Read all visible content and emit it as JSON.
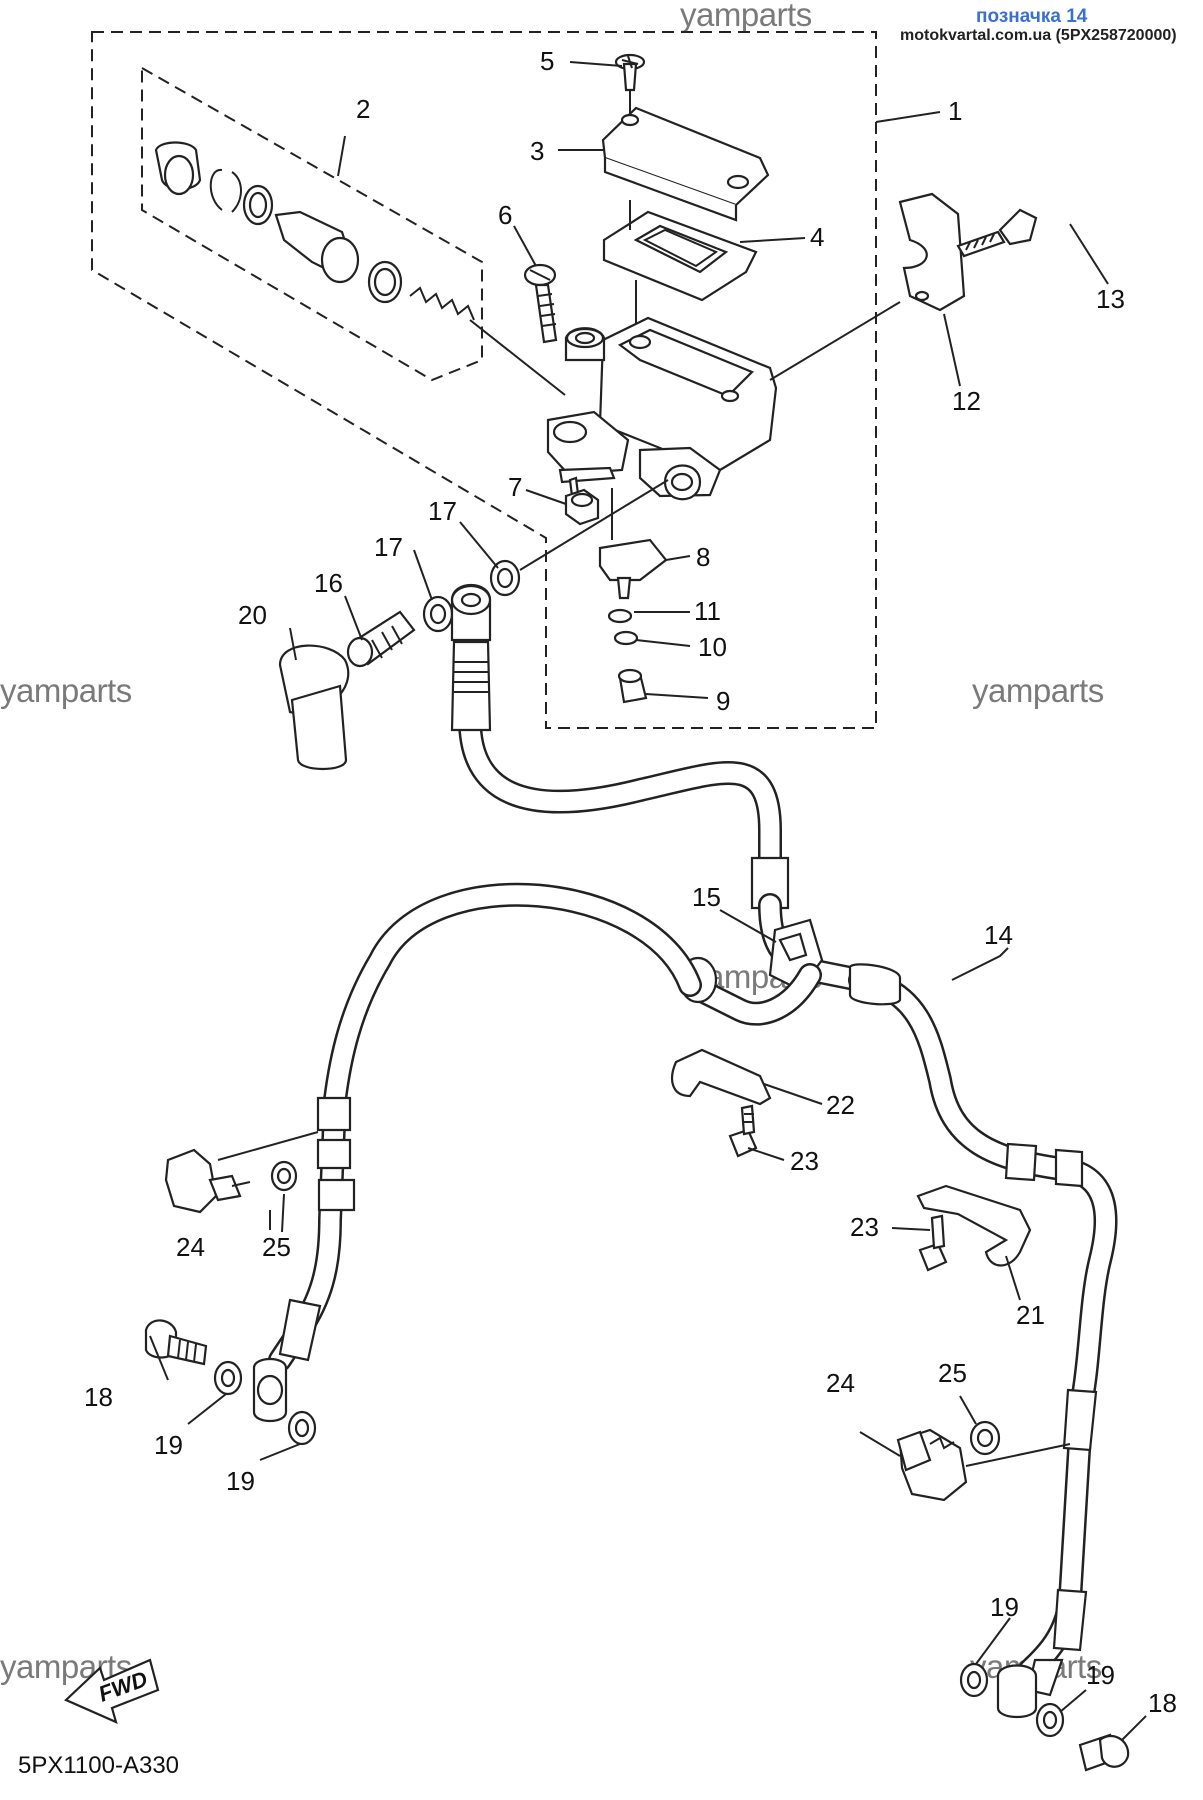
{
  "header": {
    "tag_title": "позначка 14",
    "tag_subtitle": "motokvartal.com.ua (5PX258720000)"
  },
  "watermarks": [
    "yamparts",
    "yamparts",
    "yamparts",
    "yamparts",
    "yamparts",
    "yamparts"
  ],
  "diagram_code": "5PX1100-A330",
  "fwd_label": "FWD",
  "callouts": [
    "1",
    "2",
    "3",
    "4",
    "5",
    "6",
    "7",
    "8",
    "9",
    "10",
    "11",
    "12",
    "13",
    "14",
    "15",
    "16",
    "17",
    "17",
    "18",
    "18",
    "19",
    "19",
    "19",
    "19",
    "20",
    "21",
    "22",
    "23",
    "23",
    "24",
    "24",
    "25",
    "25"
  ]
}
